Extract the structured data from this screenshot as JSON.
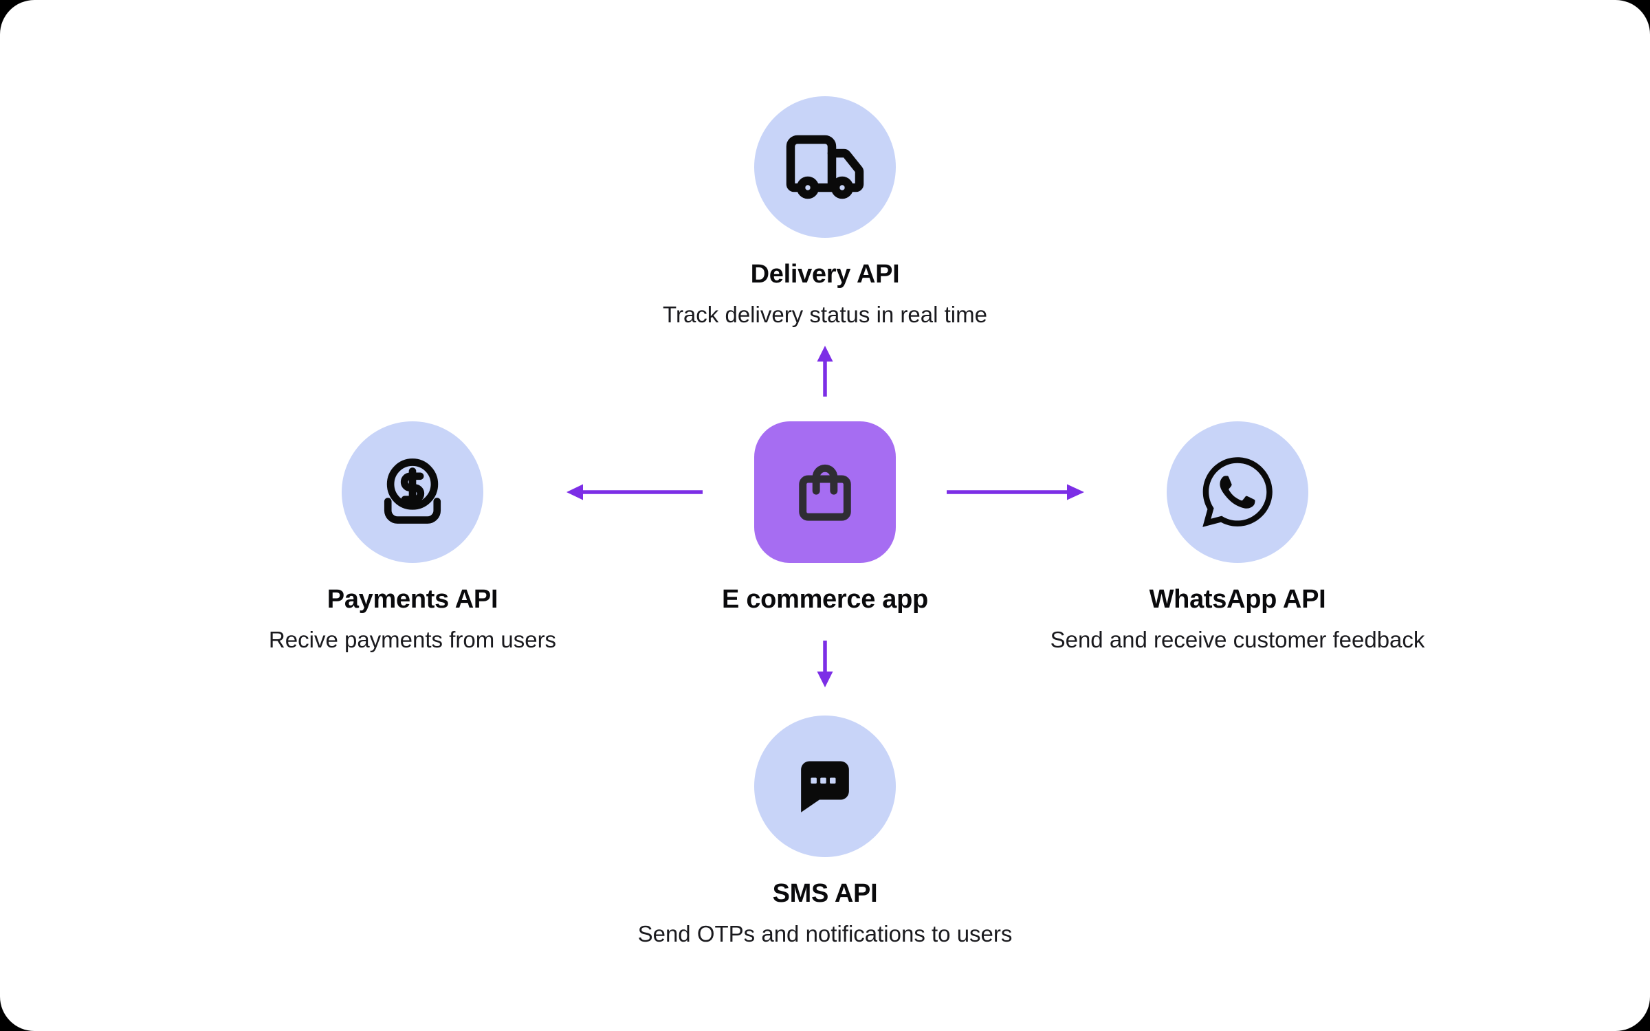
{
  "diagram": {
    "center": {
      "title": "E commerce app",
      "icon": "shopping-bag-icon",
      "shape_color": "#A66DF2"
    },
    "nodes": [
      {
        "id": "delivery",
        "position": "top",
        "title": "Delivery API",
        "subtitle": "Track delivery status in real time",
        "icon": "truck-icon"
      },
      {
        "id": "payments",
        "position": "left",
        "title": "Payments API",
        "subtitle": "Recive payments from users",
        "icon": "money-deposit-icon"
      },
      {
        "id": "whatsapp",
        "position": "right",
        "title": "WhatsApp API",
        "subtitle": "Send and receive customer feedback",
        "icon": "whatsapp-icon"
      },
      {
        "id": "sms",
        "position": "bottom",
        "title": "SMS API",
        "subtitle": "Send OTPs and notifications to users",
        "icon": "chat-bubble-icon"
      }
    ],
    "colors": {
      "background": "#000000",
      "card": "#ffffff",
      "node_circle": "#C8D4F8",
      "app_square": "#A66DF2",
      "arrow": "#7C2EE6",
      "title_text": "#0a0a0c",
      "subtitle_text": "#1a1a1e",
      "icon_black": "#0a0a0a",
      "icon_dark_on_purple": "#2f2d33",
      "sms_dots": "#C8D4F8"
    }
  }
}
